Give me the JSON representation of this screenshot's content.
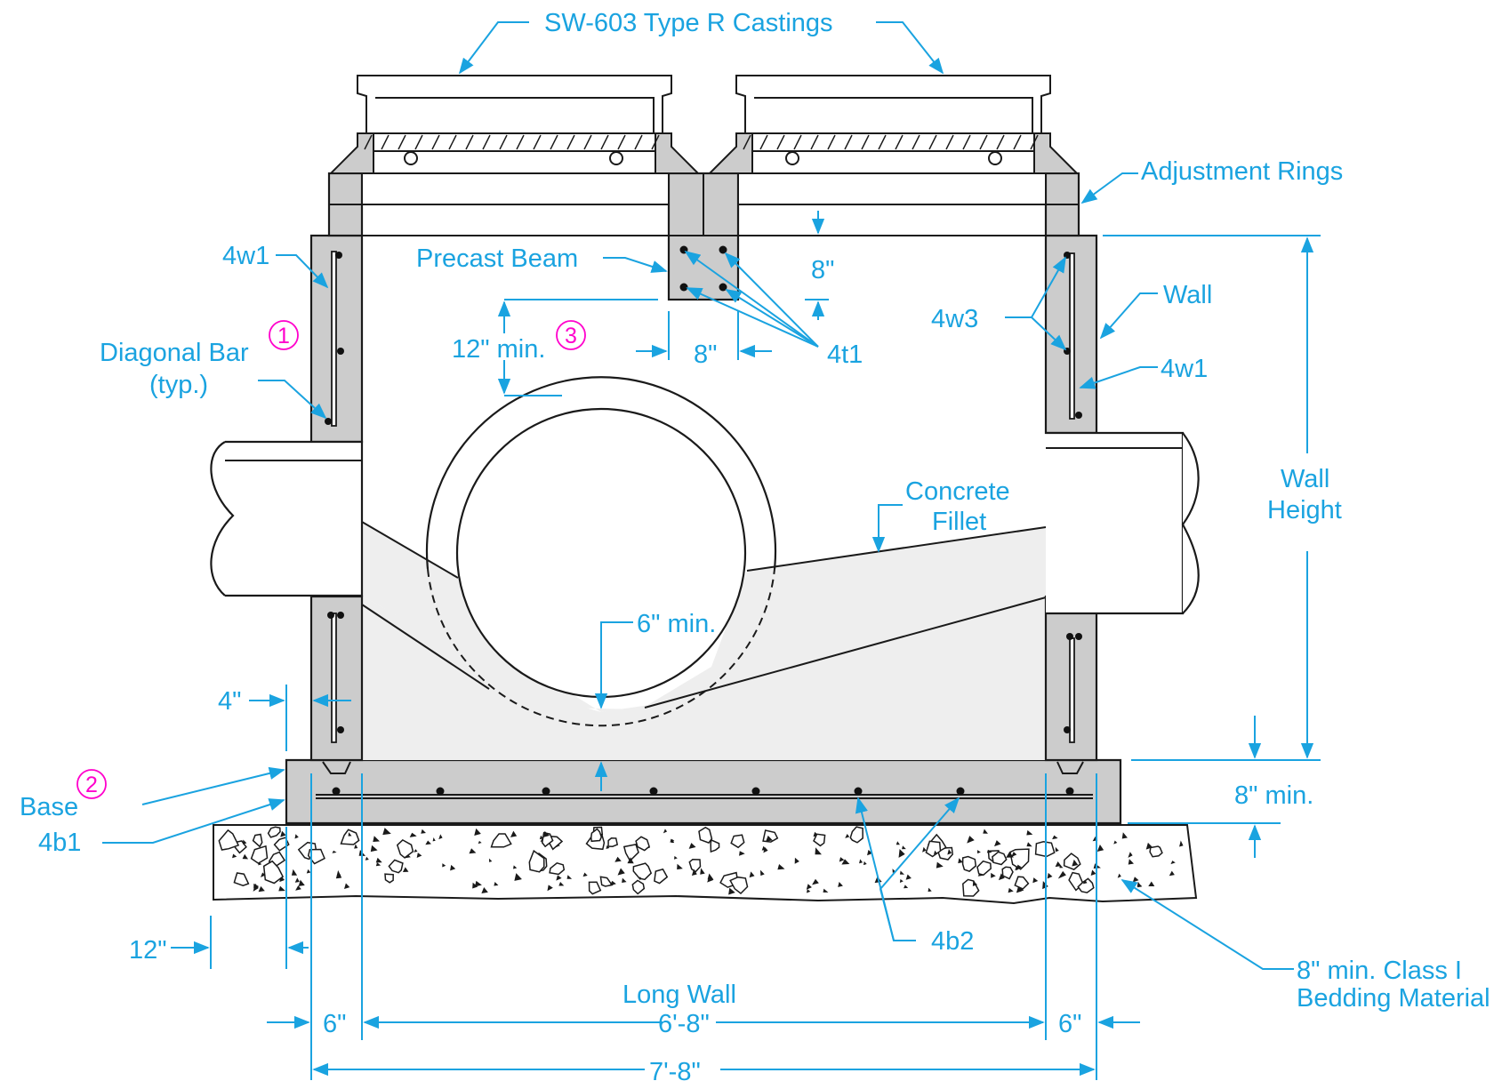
{
  "labels": {
    "castings": "SW-603 Type R Castings",
    "adjustment_rings": "Adjustment Rings",
    "w4w1_left": "4w1",
    "precast_beam": "Precast Beam",
    "dim_8_beam_height": "8\"",
    "wall": "Wall",
    "w4w3": "4w3",
    "w4w1_right": "4w1",
    "diagonal_bar_line1": "Diagonal Bar",
    "diagonal_bar_line2": "(typ.)",
    "dim_12_min": "12\" min.",
    "dim_8_beam_width": "8\"",
    "t4t1": "4t1",
    "wall_height_line1": "Wall",
    "wall_height_line2": "Height",
    "concrete_fillet_line1": "Concrete",
    "concrete_fillet_line2": "Fillet",
    "dim_6_min": "6\" min.",
    "dim_4": "4\"",
    "base": "Base",
    "b4b1": "4b1",
    "dim_8_min": "8\" min.",
    "dim_12": "12\"",
    "b4b2": "4b2",
    "bedding_line1": "8\" min. Class I",
    "bedding_line2": "Bedding Material",
    "long_wall": "Long Wall",
    "dim_6_left": "6\"",
    "dim_6_8": "6'-8\"",
    "dim_6_right": "6\"",
    "dim_7_8": "7'-8\""
  },
  "notes": {
    "note1": "1",
    "note2": "2",
    "note3": "3"
  },
  "colors": {
    "annotation": "#1aa3e0",
    "note_marker": "#ff00cc",
    "concrete": "#cccccc",
    "fillet": "#eeeeee",
    "linework": "#1a1a1a"
  }
}
